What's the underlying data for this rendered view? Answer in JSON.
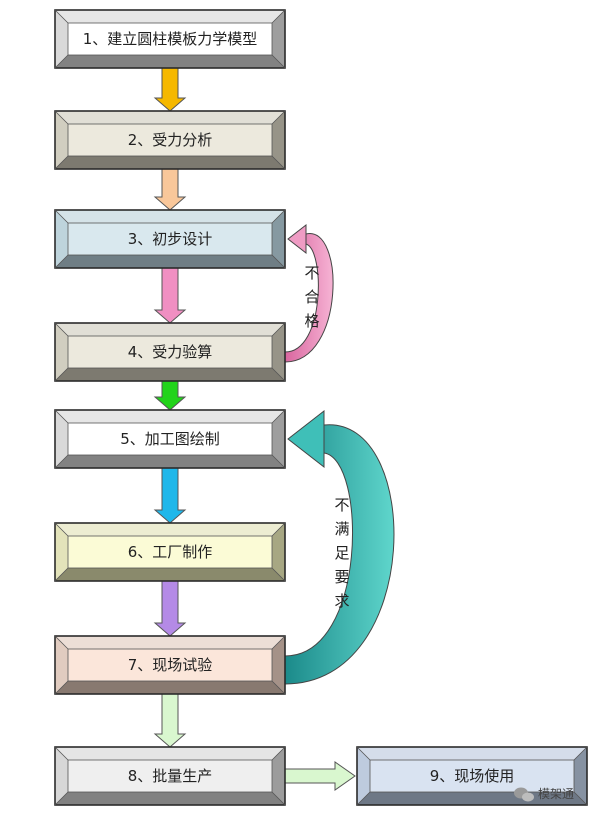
{
  "steps": [
    {
      "label": "1、建立圆柱模板力学模型",
      "face": "#ffffff",
      "edge": "#d2d2d2"
    },
    {
      "label": "2、受力分析",
      "face": "#ece9dd",
      "edge": "#c9c5b5"
    },
    {
      "label": "3、初步设计",
      "face": "#d9e8ee",
      "edge": "#b3ccd6"
    },
    {
      "label": "4、受力验算",
      "face": "#ece9dd",
      "edge": "#c9c5b5"
    },
    {
      "label": "5、加工图绘制",
      "face": "#ffffff",
      "edge": "#d2d2d2"
    },
    {
      "label": "6、工厂制作",
      "face": "#fbfbd6",
      "edge": "#dedeae"
    },
    {
      "label": "7、现场试验",
      "face": "#fbe6da",
      "edge": "#dcc3b5"
    },
    {
      "label": "8、批量生产",
      "face": "#efefef",
      "edge": "#d0d0d0"
    },
    {
      "label": "9、现场使用",
      "face": "#d9e3f1",
      "edge": "#b2c2d8"
    }
  ],
  "arrows": [
    {
      "from": 1,
      "to": 2,
      "color": "#f5b800"
    },
    {
      "from": 2,
      "to": 3,
      "color": "#f9c79a"
    },
    {
      "from": 3,
      "to": 4,
      "color": "#f08fc2"
    },
    {
      "from": 4,
      "to": 5,
      "color": "#22d31a"
    },
    {
      "from": 5,
      "to": 6,
      "color": "#1fb7ea"
    },
    {
      "from": 6,
      "to": 7,
      "color": "#b48ae6"
    },
    {
      "from": 7,
      "to": 8,
      "color": "#d9f7cf"
    },
    {
      "from": 8,
      "to": 9,
      "color": "#d9f7cf"
    }
  ],
  "feedback": [
    {
      "from": 4,
      "to": 3,
      "label": "不合格",
      "color": "#ef9cc4"
    },
    {
      "from": 7,
      "to": 5,
      "label": "不满足要求",
      "color": "#3fbfb8"
    }
  ],
  "watermark": {
    "text": "模架通",
    "icon": "wechat-icon"
  }
}
